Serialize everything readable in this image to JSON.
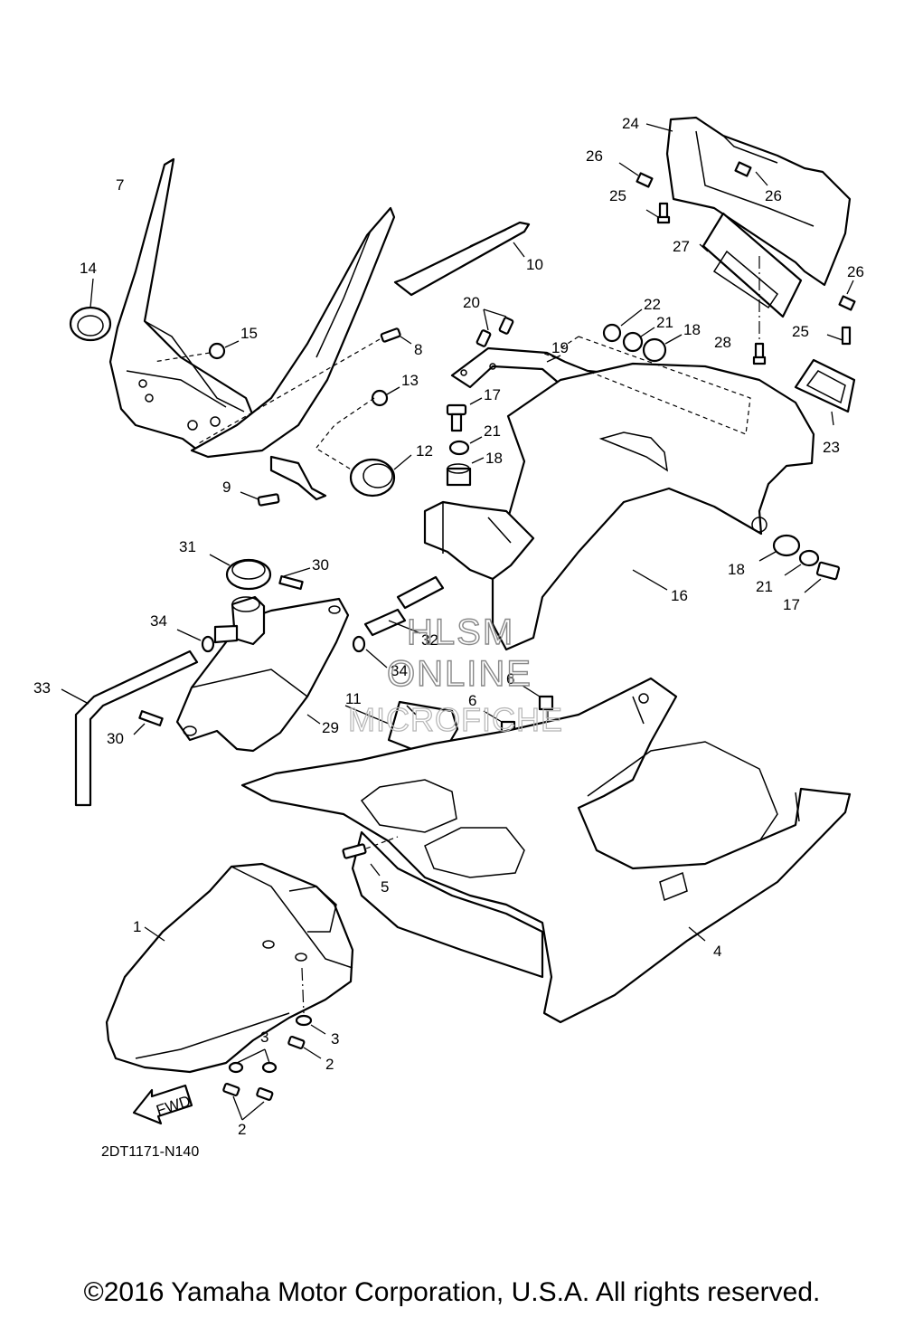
{
  "diagram_code": "2DT1171-N140",
  "copyright": "©2016 Yamaha Motor Corporation, U.S.A. All rights reserved.",
  "fwd_label": "FWD",
  "watermark": {
    "line1": "HLSM",
    "line2": "ONLINE",
    "line3": "MICROFICHE"
  },
  "callouts": {
    "c1": "1",
    "c2a": "2",
    "c2b": "2",
    "c3a": "3",
    "c3b": "3",
    "c4": "4",
    "c5": "5",
    "c6a": "6",
    "c6b": "6",
    "c7": "7",
    "c8": "8",
    "c9": "9",
    "c10": "10",
    "c11": "11",
    "c12": "12",
    "c13": "13",
    "c14": "14",
    "c15": "15",
    "c16": "16",
    "c17a": "17",
    "c17b": "17",
    "c18a": "18",
    "c18b": "18",
    "c18c": "18",
    "c19": "19",
    "c20": "20",
    "c21a": "21",
    "c21b": "21",
    "c21c": "21",
    "c22": "22",
    "c23": "23",
    "c24": "24",
    "c25a": "25",
    "c25b": "25",
    "c26a": "26",
    "c26b": "26",
    "c26c": "26",
    "c27": "27",
    "c28": "28",
    "c29": "29",
    "c30a": "30",
    "c30b": "30",
    "c31": "31",
    "c32": "32",
    "c33": "33",
    "c34a": "34",
    "c34b": "34"
  }
}
